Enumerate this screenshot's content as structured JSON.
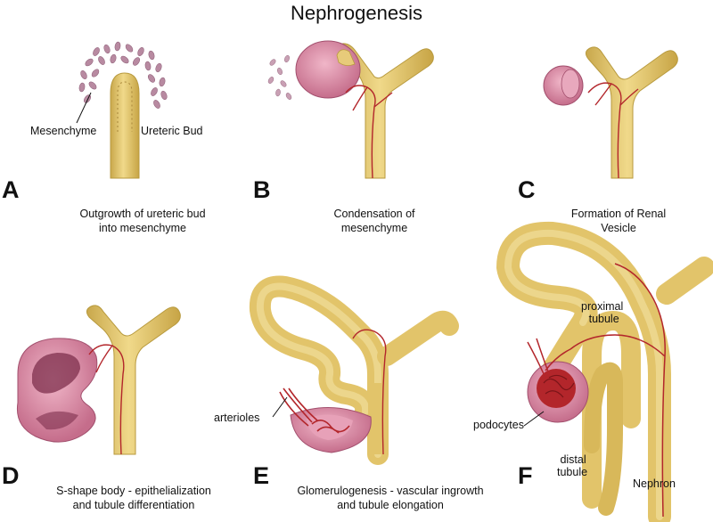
{
  "title": "Nephrogenesis",
  "panels": [
    {
      "letter": "A",
      "caption_lines": [
        "Outgrowth of ureteric bud",
        "into mesenchyme"
      ]
    },
    {
      "letter": "B",
      "caption_lines": [
        "Condensation of",
        "mesenchyme"
      ]
    },
    {
      "letter": "C",
      "caption_lines": [
        "Formation of Renal",
        "Vesicle"
      ]
    },
    {
      "letter": "D",
      "caption_lines": [
        "S-shape body - epithelialization",
        "and tubule differentiation"
      ]
    },
    {
      "letter": "E",
      "caption_lines": [
        "Glomerulogenesis - vascular ingrowth",
        "and tubule elongation"
      ]
    },
    {
      "letter": "F",
      "caption_lines": [
        "",
        ""
      ]
    }
  ],
  "labels": {
    "mesenchyme": "Mesenchyme",
    "ureteric_bud": "Ureteric Bud",
    "arterioles": "arterioles",
    "proximal_tubule_1": "proximal",
    "proximal_tubule_2": "tubule",
    "podocytes": "podocytes",
    "distal_tubule_1": "distal",
    "distal_tubule_2": "tubule",
    "nephron": "Nephron"
  },
  "colors": {
    "tubule": "#e2c46a",
    "tubule_outline": "#b89a3e",
    "mesenchyme": "#b58aa0",
    "vesicle": "#cf7f9a",
    "vessel": "#b3262b"
  }
}
